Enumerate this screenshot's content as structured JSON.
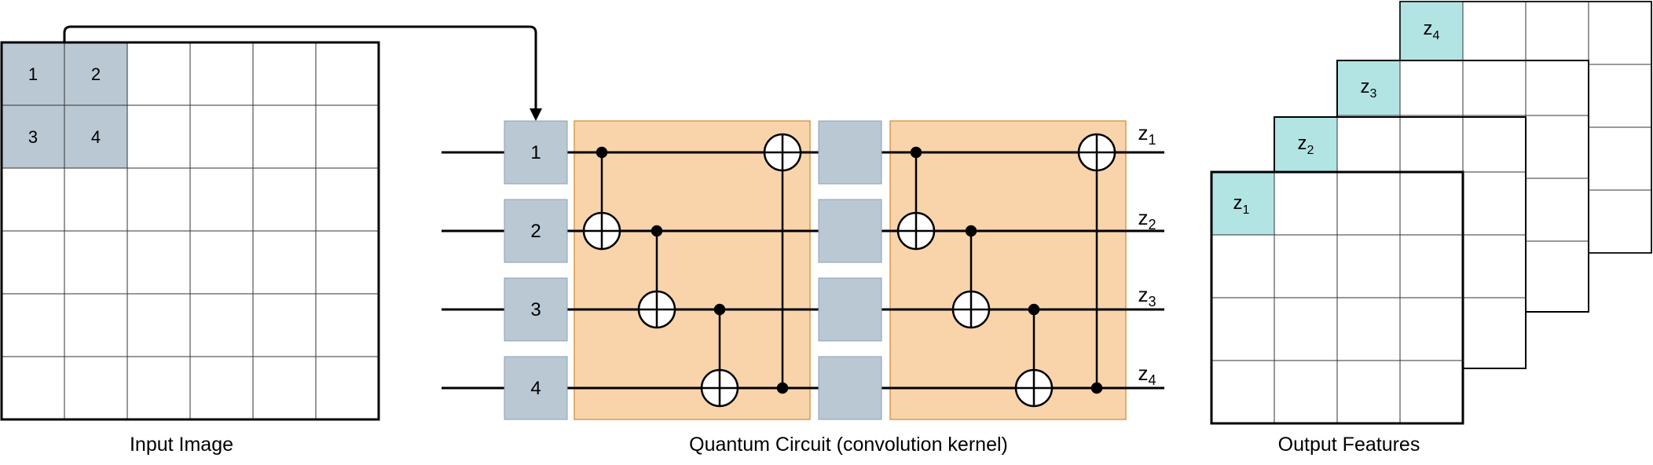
{
  "colors": {
    "line": "#000000",
    "grid": "#333333",
    "patch": "#b9c8d3",
    "kernel_fill": "#f9d4ab",
    "kernel_stroke": "#d79b4c",
    "feature": "#b2e4e4"
  },
  "input_image": {
    "label": "Input Image",
    "patch_values": [
      "1",
      "2",
      "3",
      "4"
    ]
  },
  "circuit": {
    "label": "Quantum Circuit (convolution kernel)",
    "qubit_labels": [
      "1",
      "2",
      "3",
      "4"
    ],
    "outputs": [
      {
        "base": "z",
        "sub": "1"
      },
      {
        "base": "z",
        "sub": "2"
      },
      {
        "base": "z",
        "sub": "3"
      },
      {
        "base": "z",
        "sub": "4"
      }
    ],
    "gates_per_block": [
      {
        "control": 0,
        "target": 1
      },
      {
        "control": 1,
        "target": 2
      },
      {
        "control": 2,
        "target": 3
      },
      {
        "control": 3,
        "target": 0
      }
    ]
  },
  "output_features": {
    "label": "Output Features",
    "channels": [
      {
        "base": "z",
        "sub": "1"
      },
      {
        "base": "z",
        "sub": "2"
      },
      {
        "base": "z",
        "sub": "3"
      },
      {
        "base": "z",
        "sub": "4"
      }
    ]
  }
}
